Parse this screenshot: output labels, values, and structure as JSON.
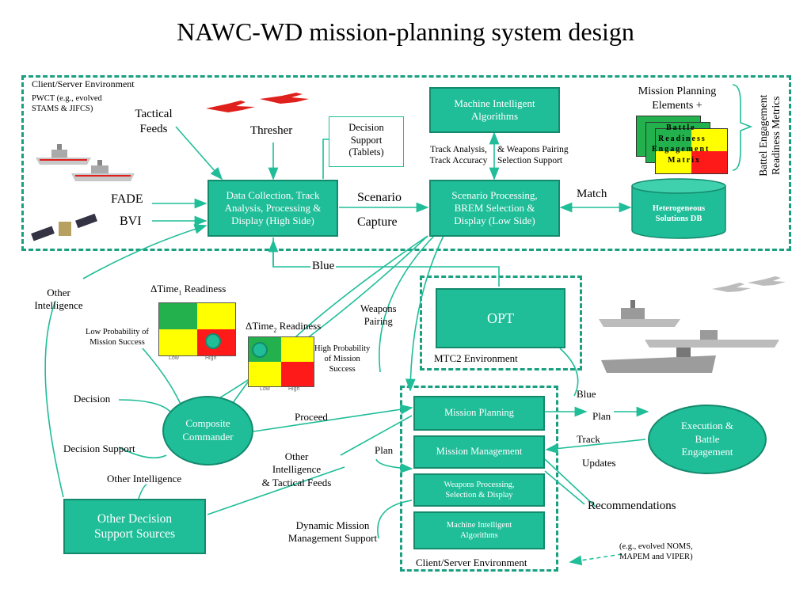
{
  "title": "NAWC-WD mission-planning system design",
  "top_env": {
    "label": "Client/Server Environment",
    "pwct": "PWCT (e.g., evolved\nSTAMS & JIFCS)",
    "tactical_feeds": "Tactical\nFeeds",
    "thresher": "Thresher",
    "fade": "FADE",
    "bvi": "BVI",
    "decision_support": "Decision\nSupport\n(Tablets)",
    "track_analysis": "Track Analysis,\nTrack Accuracy",
    "weapons_pairing": "& Weapons Pairing\nSelection Support",
    "scenario": "Scenario",
    "capture": "Capture",
    "match": "Match",
    "mission_planning_elements": "Mission Planning\nElements +",
    "battel_metrics": "Battel Engagement\nReadiness Metrics",
    "matrix_text": [
      "Battle",
      "Readiness",
      "Engagement",
      "Matrix"
    ]
  },
  "boxes": {
    "machine_intelligent": "Machine Intelligent\nAlgorithms",
    "data_collection": "Data Collection, Track\nAnalysis, Processing &\nDisplay (High Side)",
    "scenario_processing": "Scenario Processing,\nBREM Selection &\nDisplay (Low Side)",
    "db": "Heterogeneous\nSolutions DB",
    "opt": "OPT",
    "mission_planning": "Mission Planning",
    "mission_management": "Mission Management",
    "weapons_processing": "Weapons Processing,\nSelection & Display",
    "machine_intelligent_2": "Machine Intelligent\nAlgorithms",
    "composite_commander": "Composite\nCommander",
    "execution": "Execution &\nBattle\nEngagement",
    "other_decision": "Other Decision\nSupport Sources"
  },
  "labels": {
    "blue_1": "Blue",
    "blue_2": "Blue",
    "other_intelligence_1": "Other\nIntelligence",
    "time1": "ΔTime",
    "time1_sub": "1",
    "time1_rest": " Readiness",
    "time2": "ΔTime",
    "time2_sub": "2",
    "time2_rest": " Readiness",
    "low_prob": "Low Probability of\nMission Success",
    "high_prob": "High Probability\nof Mission\nSuccess",
    "weapons_pairing": "Weapons\nPairing",
    "mtc2": "MTC2 Environment",
    "decision": "Decision",
    "decision_support": "Decision Support",
    "other_intelligence_2": "Other Intelligence",
    "proceed": "Proceed",
    "other_intel_tactical": "Other\nIntelligence\n& Tactical Feeds",
    "plan_left": "Plan",
    "plan_right": "Plan",
    "track": "Track",
    "updates": "Updates",
    "recommendations": "Recommendations",
    "dynamic_mission": "Dynamic Mission\nManagement Support",
    "client_server_bottom": "Client/Server Environment",
    "noms": "(e.g., evolved NOMS,\nMAPEM and VIPER)",
    "matrix_low": "Low",
    "matrix_high": "High"
  },
  "colors": {
    "accent": "#1fbd98",
    "accent_dark": "#148a6d",
    "dash": "#1aa080",
    "red": "#ff1a1a",
    "yellow": "#ffff00",
    "green": "#22b14c"
  }
}
